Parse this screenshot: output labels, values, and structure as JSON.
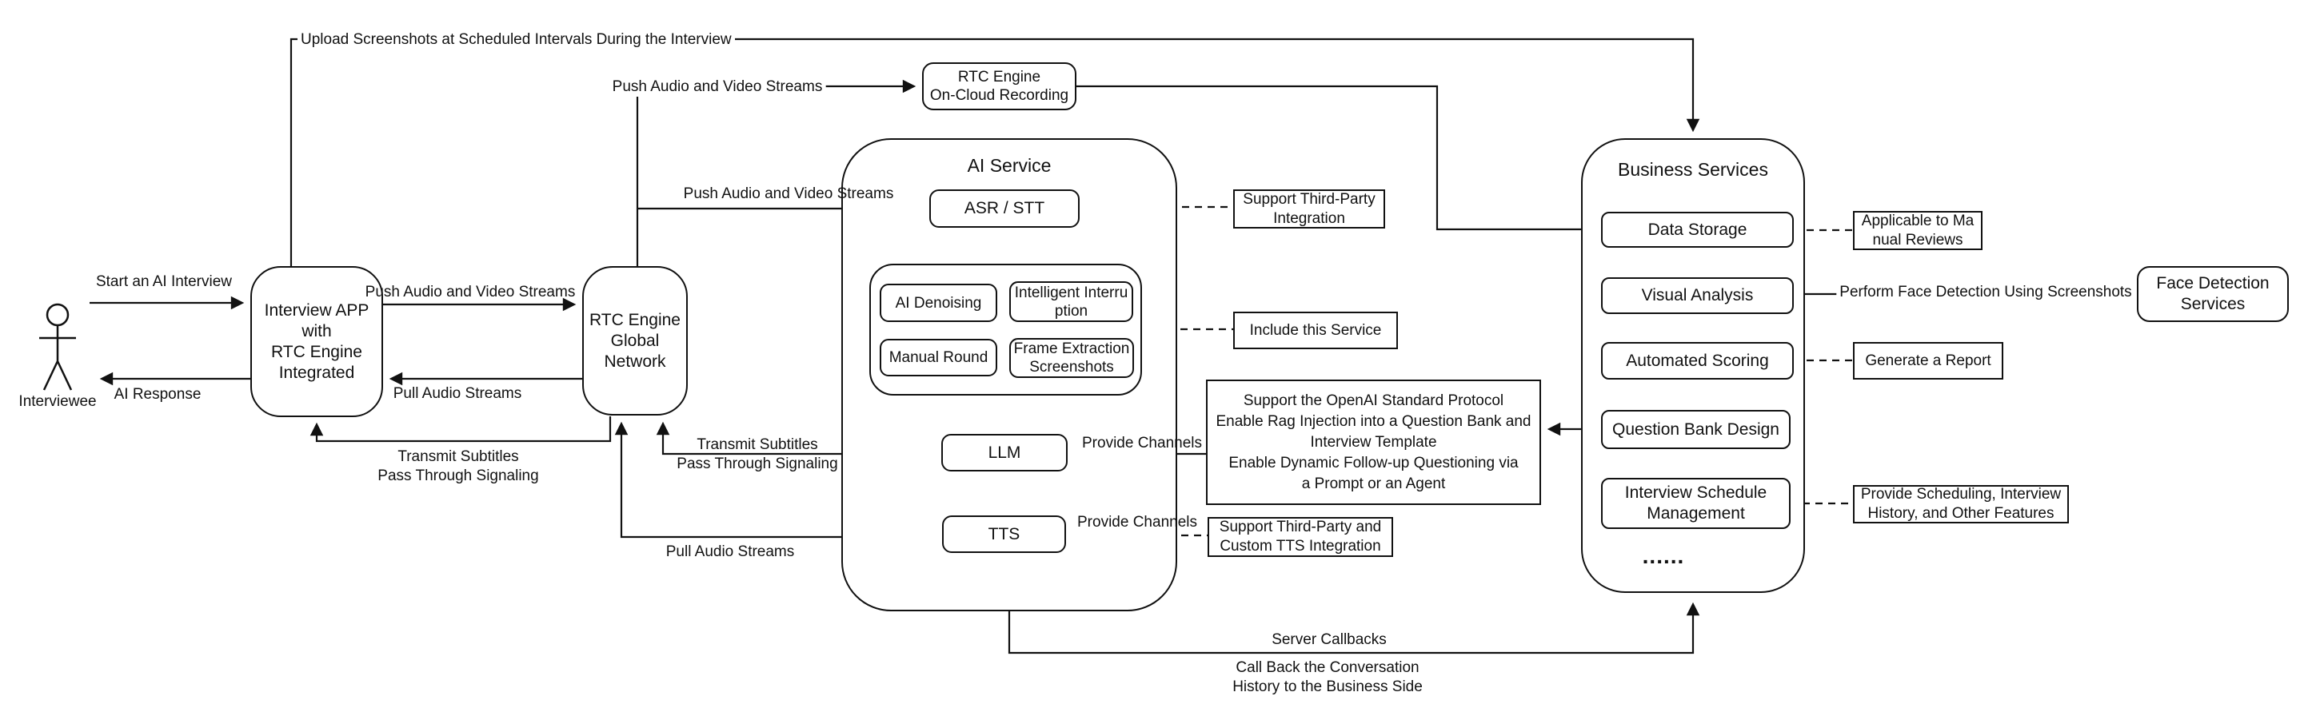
{
  "actor": {
    "label": "Interviewee"
  },
  "containers": {
    "ai_service": {
      "title": "AI Service"
    },
    "business_services": {
      "title": "Business Services"
    }
  },
  "nodes": {
    "interview_app": {
      "lines": [
        "Interview APP",
        "with",
        "RTC Engine",
        "Integrated"
      ]
    },
    "rtc_global": {
      "lines": [
        "RTC Engine",
        "Global",
        "Network"
      ]
    },
    "on_cloud_recording": {
      "lines": [
        "RTC Engine",
        "On-Cloud Recording"
      ]
    },
    "asr": {
      "label": "ASR / STT"
    },
    "ai_denoising": {
      "label": "AI Denoising"
    },
    "intelligent_interruption": {
      "lines": [
        "Intelligent Interru",
        "ption"
      ]
    },
    "manual_round": {
      "label": "Manual Round"
    },
    "frame_extraction": {
      "lines": [
        "Frame Extraction",
        "Screenshots"
      ]
    },
    "llm": {
      "label": "LLM"
    },
    "tts": {
      "label": "TTS"
    },
    "data_storage": {
      "label": "Data Storage"
    },
    "visual_analysis": {
      "label": "Visual Analysis"
    },
    "automated_scoring": {
      "label": "Automated Scoring"
    },
    "question_bank": {
      "label": "Question Bank Design"
    },
    "interview_schedule": {
      "lines": [
        "Interview Schedule",
        "Management"
      ]
    },
    "more_items": {
      "label": "......"
    },
    "face_detection": {
      "lines": [
        "Face Detection",
        "Services"
      ]
    }
  },
  "annotations": {
    "support_third_party": {
      "lines": [
        "Support Third-Party",
        "Integration"
      ]
    },
    "include_service": {
      "label": "Include this Service"
    },
    "openai_requirements": {
      "lines": [
        "Support the OpenAI Standard Protocol",
        "Enable Rag Injection into a Question Bank and",
        "Interview Template",
        "Enable Dynamic Follow-up Questioning via",
        "a Prompt or an Agent"
      ]
    },
    "support_tts": {
      "lines": [
        "Support Third-Party and",
        "Custom TTS Integration"
      ]
    },
    "applicable_manual": {
      "lines": [
        "Applicable to Ma",
        "nual Reviews"
      ]
    },
    "generate_report": {
      "label": "Generate a Report"
    },
    "provide_scheduling": {
      "lines": [
        "Provide Scheduling, Interview",
        "History, and Other Features"
      ]
    }
  },
  "edge_labels": {
    "start_interview": "Start an AI Interview",
    "ai_response": "AI Response",
    "push_av_app_rtc": "Push Audio and Video Streams",
    "pull_audio_rtc_app": "Pull Audio Streams",
    "transmit_subtitles_app": {
      "lines": [
        "Transmit Subtitles",
        "Pass Through Signaling"
      ]
    },
    "upload_screenshots": "Upload Screenshots at Scheduled Intervals During the Interview",
    "push_av_recording": "Push Audio and Video Streams",
    "push_av_asr": "Push Audio and Video Streams",
    "transmit_subtitles_rtc": {
      "lines": [
        "Transmit Subtitles",
        "Pass Through Signaling"
      ]
    },
    "pull_audio_tts": "Pull Audio Streams",
    "provide_channels_llm": "Provide Channels",
    "provide_channels_tts": "Provide Channels",
    "perform_face_detection": "Perform Face Detection Using Screenshots",
    "server_callbacks": "Server Callbacks",
    "callback_history": {
      "lines": [
        "Call Back the Conversation",
        "History to the Business Side"
      ]
    }
  }
}
